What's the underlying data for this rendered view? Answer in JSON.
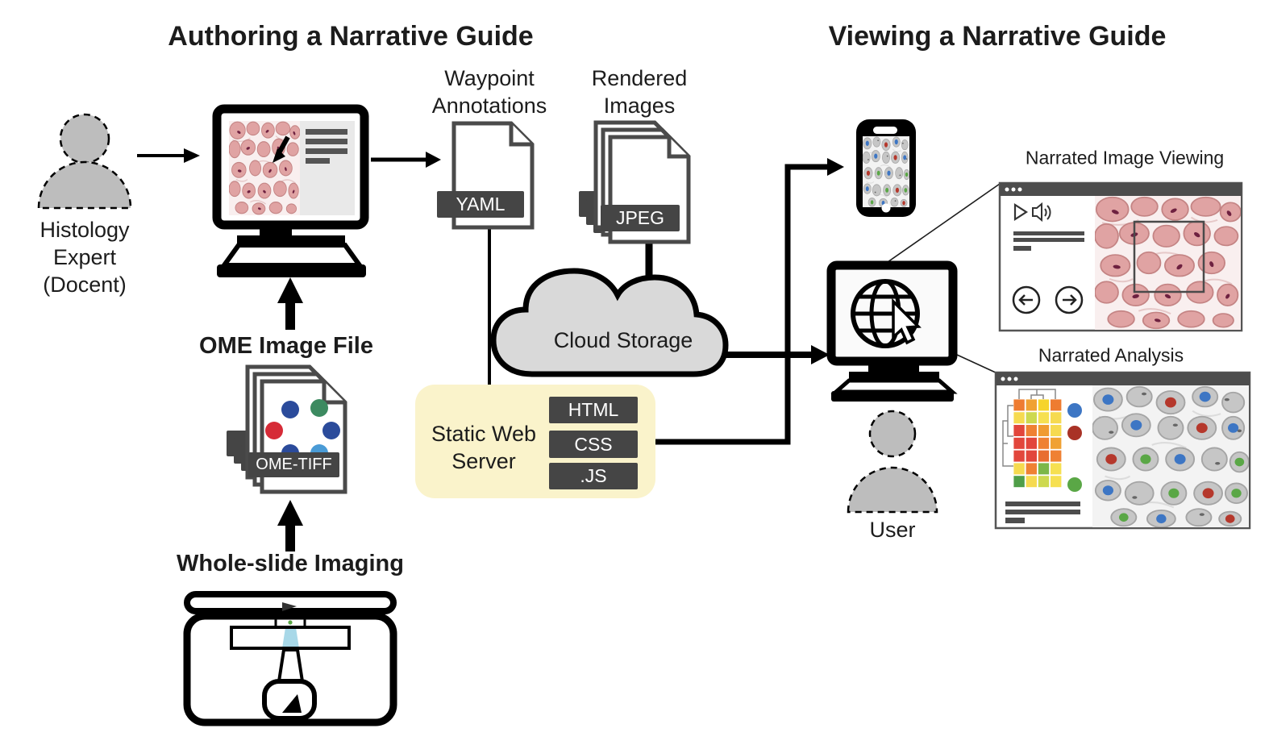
{
  "titles": {
    "authoring": "Authoring a Narrative Guide",
    "viewing": "Viewing a Narrative Guide"
  },
  "authoring": {
    "expert": {
      "line1": "Histology",
      "line2": "Expert",
      "line3": "(Docent)"
    },
    "waypoint_label": {
      "line1": "Waypoint",
      "line2": "Annotations"
    },
    "yaml_tag": "YAML",
    "rendered_label": {
      "line1": "Rendered",
      "line2": "Images"
    },
    "jpeg_tag": "JPEG",
    "ome_file_label": "OME Image File",
    "ome_tiff_tag": "OME-TIFF",
    "whole_slide_label": "Whole-slide Imaging"
  },
  "infrastructure": {
    "cloud_label": "Cloud Storage",
    "server_label": {
      "line1": "Static Web",
      "line2": "Server"
    },
    "server_tags": [
      "HTML",
      "CSS",
      ".JS"
    ]
  },
  "viewing": {
    "user_label": "User",
    "image_viewing_title": "Narrated Image Viewing",
    "analysis_title": "Narrated Analysis",
    "analysis_heatmap": [
      [
        "#ee7c31",
        "#f0a132",
        "#f6d42c",
        "#ee7c31"
      ],
      [
        "#f6da50",
        "#cdd94f",
        "#f6e051",
        "#f6da50"
      ],
      [
        "#e2463c",
        "#ef8133",
        "#f09b31",
        "#f6da50"
      ],
      [
        "#e2463c",
        "#e2463c",
        "#ef8133",
        "#f0a132"
      ],
      [
        "#e2463c",
        "#e2463c",
        "#e86d31",
        "#ef8133"
      ],
      [
        "#f6da50",
        "#ef8133",
        "#7bb748",
        "#f6e051"
      ],
      [
        "#4f9e48",
        "#f6da50",
        "#cdd94f",
        "#f6e051"
      ]
    ],
    "analysis_dot_colors": [
      "#3d76c4",
      "#a93226",
      "#5aa746"
    ]
  },
  "colors": {
    "tag_bg": "#454545",
    "window_titlebar": "#4d4d4d",
    "server_box": "#faf3cb",
    "cloud_fill": "#d9d9d9",
    "person_fill": "#bdbdbd",
    "nucleus_blue": "#3d76c4",
    "nucleus_red": "#b5382c",
    "nucleus_green": "#5aa746"
  }
}
